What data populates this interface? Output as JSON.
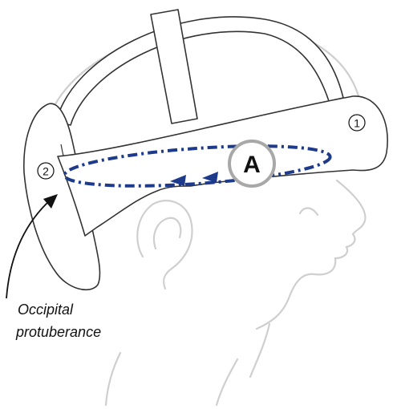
{
  "labels": {
    "marker_1": "①",
    "marker_2": "②",
    "badge": "A",
    "caption_line1": "Occipital",
    "caption_line2": "protuberance"
  },
  "colors": {
    "outline": "#333333",
    "face_sketch": "#cfcfcf",
    "band_fill": "#ffffff",
    "loop_arrow": "#1e3a8a",
    "badge_ring": "#a8a8a8",
    "badge_text": "#1e3a8a"
  }
}
